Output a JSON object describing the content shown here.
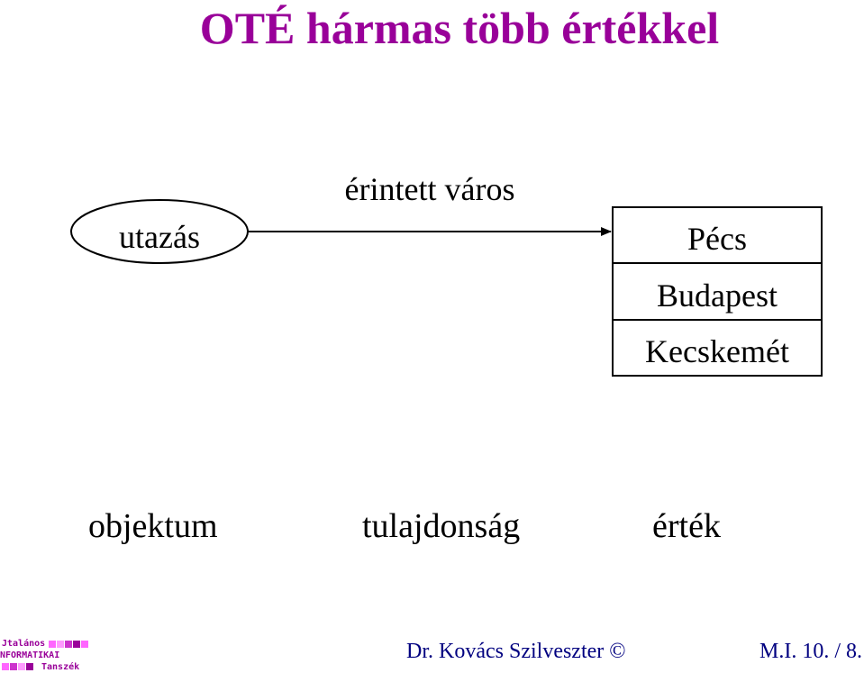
{
  "title": "OTÉ hármas több értékkel",
  "diagram": {
    "object": "utazás",
    "property": "érintett város",
    "values": [
      "Pécs",
      "Budapest",
      "Kecskemét"
    ]
  },
  "labels": {
    "object": "objektum",
    "property": "tulajdonság",
    "value": "érték"
  },
  "footer": {
    "author": "Dr. Kovács Szilveszter ©",
    "page": "M.I. 10. / 8.",
    "logo_lines": [
      "Jtalános",
      "NFORMATIKAI",
      "Tanszék"
    ]
  },
  "colors": {
    "title": "#990099",
    "footer": "#000080",
    "logo": "#990099"
  }
}
